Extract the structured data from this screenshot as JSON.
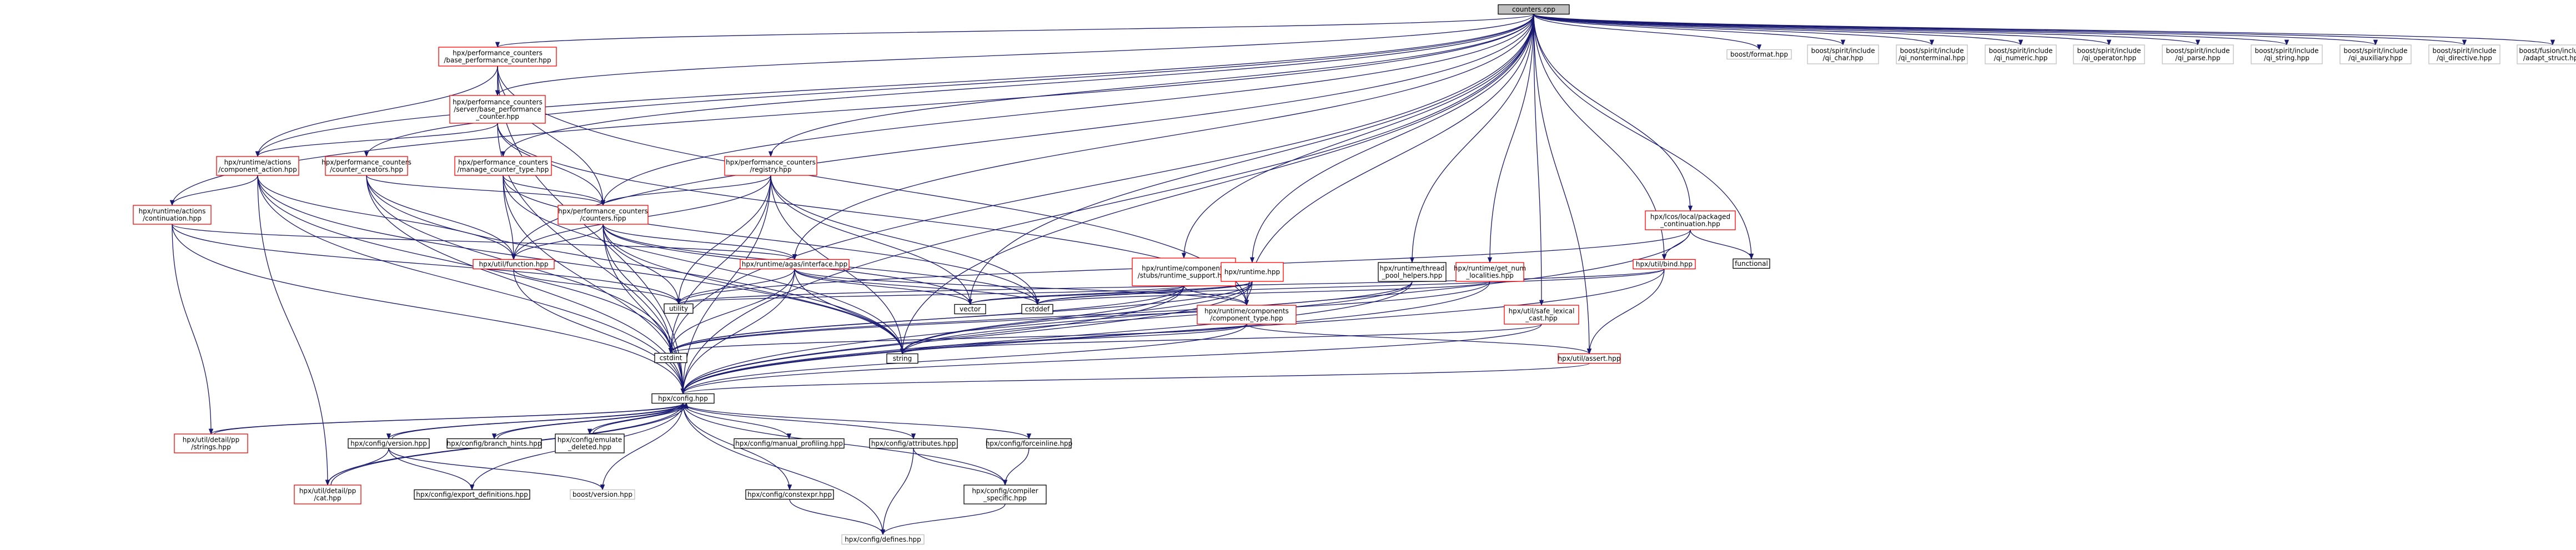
{
  "colors": {
    "edge": "#191970",
    "root_fill": "#bfbfbf",
    "root_border": "#000000",
    "documented_border": "#ff0000",
    "plain_border": "#000000",
    "external_border": "#bfbfbf",
    "external_text": "#000000",
    "node_fill": "#ffffff"
  },
  "graph": {
    "nodes": [
      {
        "id": "n0",
        "kind": "root",
        "lines": [
          "counters.cpp"
        ]
      },
      {
        "id": "n1",
        "kind": "red",
        "lines": [
          "hpx/performance_counters",
          "/base_performance_counter.hpp"
        ]
      },
      {
        "id": "n2",
        "kind": "red",
        "lines": [
          "hpx/performance_counters",
          "/server/base_performance",
          "_counter.hpp"
        ]
      },
      {
        "id": "n3",
        "kind": "red",
        "lines": [
          "hpx/runtime/actions",
          "/component_action.hpp"
        ]
      },
      {
        "id": "n4",
        "kind": "red",
        "lines": [
          "hpx/performance_counters",
          "/counter_creators.hpp"
        ]
      },
      {
        "id": "n5",
        "kind": "red",
        "lines": [
          "hpx/performance_counters",
          "/manage_counter_type.hpp"
        ]
      },
      {
        "id": "n6",
        "kind": "red",
        "lines": [
          "hpx/performance_counters",
          "/registry.hpp"
        ]
      },
      {
        "id": "n7",
        "kind": "red",
        "lines": [
          "hpx/runtime/actions",
          "/continuation.hpp"
        ]
      },
      {
        "id": "n8",
        "kind": "red",
        "lines": [
          "hpx/performance_counters",
          "/counters.hpp"
        ]
      },
      {
        "id": "n9",
        "kind": "red",
        "lines": [
          "hpx/util/function.hpp"
        ]
      },
      {
        "id": "n10",
        "kind": "red",
        "lines": [
          "hpx/runtime/agas/interface.hpp"
        ]
      },
      {
        "id": "n11",
        "kind": "red",
        "lines": [
          "hpx/runtime/components",
          "/stubs/runtime_support.hpp"
        ]
      },
      {
        "id": "n12",
        "kind": "red",
        "lines": [
          "hpx/runtime.hpp"
        ]
      },
      {
        "id": "n13",
        "kind": "black",
        "lines": [
          "hpx/runtime/thread",
          "_pool_helpers.hpp"
        ]
      },
      {
        "id": "n14",
        "kind": "red",
        "lines": [
          "hpx/runtime/get_num",
          "_localities.hpp"
        ]
      },
      {
        "id": "n15",
        "kind": "red",
        "lines": [
          "hpx/lcos/local/packaged",
          "_continuation.hpp"
        ]
      },
      {
        "id": "n16",
        "kind": "red",
        "lines": [
          "hpx/util/bind.hpp"
        ]
      },
      {
        "id": "n17",
        "kind": "red",
        "lines": [
          "hpx/util/safe_lexical",
          "_cast.hpp"
        ]
      },
      {
        "id": "n18",
        "kind": "red",
        "lines": [
          "hpx/runtime/components",
          "/component_type.hpp"
        ]
      },
      {
        "id": "n19",
        "kind": "red",
        "lines": [
          "hpx/util/assert.hpp"
        ]
      },
      {
        "id": "n20",
        "kind": "black",
        "lines": [
          "hpx/config.hpp"
        ]
      },
      {
        "id": "n21",
        "kind": "plain",
        "lines": [
          "utility"
        ]
      },
      {
        "id": "n22",
        "kind": "plain",
        "lines": [
          "cstdint"
        ]
      },
      {
        "id": "n23",
        "kind": "plain",
        "lines": [
          "string"
        ]
      },
      {
        "id": "n24",
        "kind": "plain",
        "lines": [
          "vector"
        ]
      },
      {
        "id": "n25",
        "kind": "plain",
        "lines": [
          "cstddef"
        ]
      },
      {
        "id": "n26",
        "kind": "plain",
        "lines": [
          "functional"
        ]
      },
      {
        "id": "n27",
        "kind": "ext",
        "lines": [
          "boost/format.hpp"
        ]
      },
      {
        "id": "n28",
        "kind": "ext",
        "lines": [
          "boost/spirit/include",
          "/qi_char.hpp"
        ]
      },
      {
        "id": "n29",
        "kind": "ext",
        "lines": [
          "boost/spirit/include",
          "/qi_nonterminal.hpp"
        ]
      },
      {
        "id": "n30",
        "kind": "ext",
        "lines": [
          "boost/spirit/include",
          "/qi_numeric.hpp"
        ]
      },
      {
        "id": "n31",
        "kind": "ext",
        "lines": [
          "boost/spirit/include",
          "/qi_operator.hpp"
        ]
      },
      {
        "id": "n32",
        "kind": "ext",
        "lines": [
          "boost/spirit/include",
          "/qi_parse.hpp"
        ]
      },
      {
        "id": "n33",
        "kind": "ext",
        "lines": [
          "boost/spirit/include",
          "/qi_string.hpp"
        ]
      },
      {
        "id": "n34",
        "kind": "ext",
        "lines": [
          "boost/spirit/include",
          "/qi_auxiliary.hpp"
        ]
      },
      {
        "id": "n35",
        "kind": "ext",
        "lines": [
          "boost/spirit/include",
          "/qi_directive.hpp"
        ]
      },
      {
        "id": "n36",
        "kind": "ext",
        "lines": [
          "boost/fusion/include",
          "/adapt_struct.hpp"
        ]
      },
      {
        "id": "n37",
        "kind": "red",
        "lines": [
          "hpx/util/detail/pp",
          "/strings.hpp"
        ]
      },
      {
        "id": "n38",
        "kind": "black",
        "lines": [
          "hpx/config/version.hpp"
        ]
      },
      {
        "id": "n39",
        "kind": "black",
        "lines": [
          "hpx/config/branch_hints.hpp"
        ]
      },
      {
        "id": "n40",
        "kind": "black",
        "lines": [
          "hpx/config/emulate",
          "_deleted.hpp"
        ]
      },
      {
        "id": "n41",
        "kind": "black",
        "lines": [
          "hpx/config/manual_profiling.hpp"
        ]
      },
      {
        "id": "n42",
        "kind": "black",
        "lines": [
          "hpx/config/attributes.hpp"
        ]
      },
      {
        "id": "n43",
        "kind": "black",
        "lines": [
          "hpx/config/forceinline.hpp"
        ]
      },
      {
        "id": "n44",
        "kind": "red",
        "lines": [
          "hpx/util/detail/pp",
          "/cat.hpp"
        ]
      },
      {
        "id": "n45",
        "kind": "black",
        "lines": [
          "hpx/config/export_definitions.hpp"
        ]
      },
      {
        "id": "n46",
        "kind": "ext",
        "lines": [
          "boost/version.hpp"
        ]
      },
      {
        "id": "n47",
        "kind": "black",
        "lines": [
          "hpx/config/constexpr.hpp"
        ]
      },
      {
        "id": "n48",
        "kind": "black",
        "lines": [
          "hpx/config/compiler",
          "_specific.hpp"
        ]
      },
      {
        "id": "n49",
        "kind": "ext",
        "lines": [
          "hpx/config/defines.hpp"
        ]
      }
    ]
  }
}
